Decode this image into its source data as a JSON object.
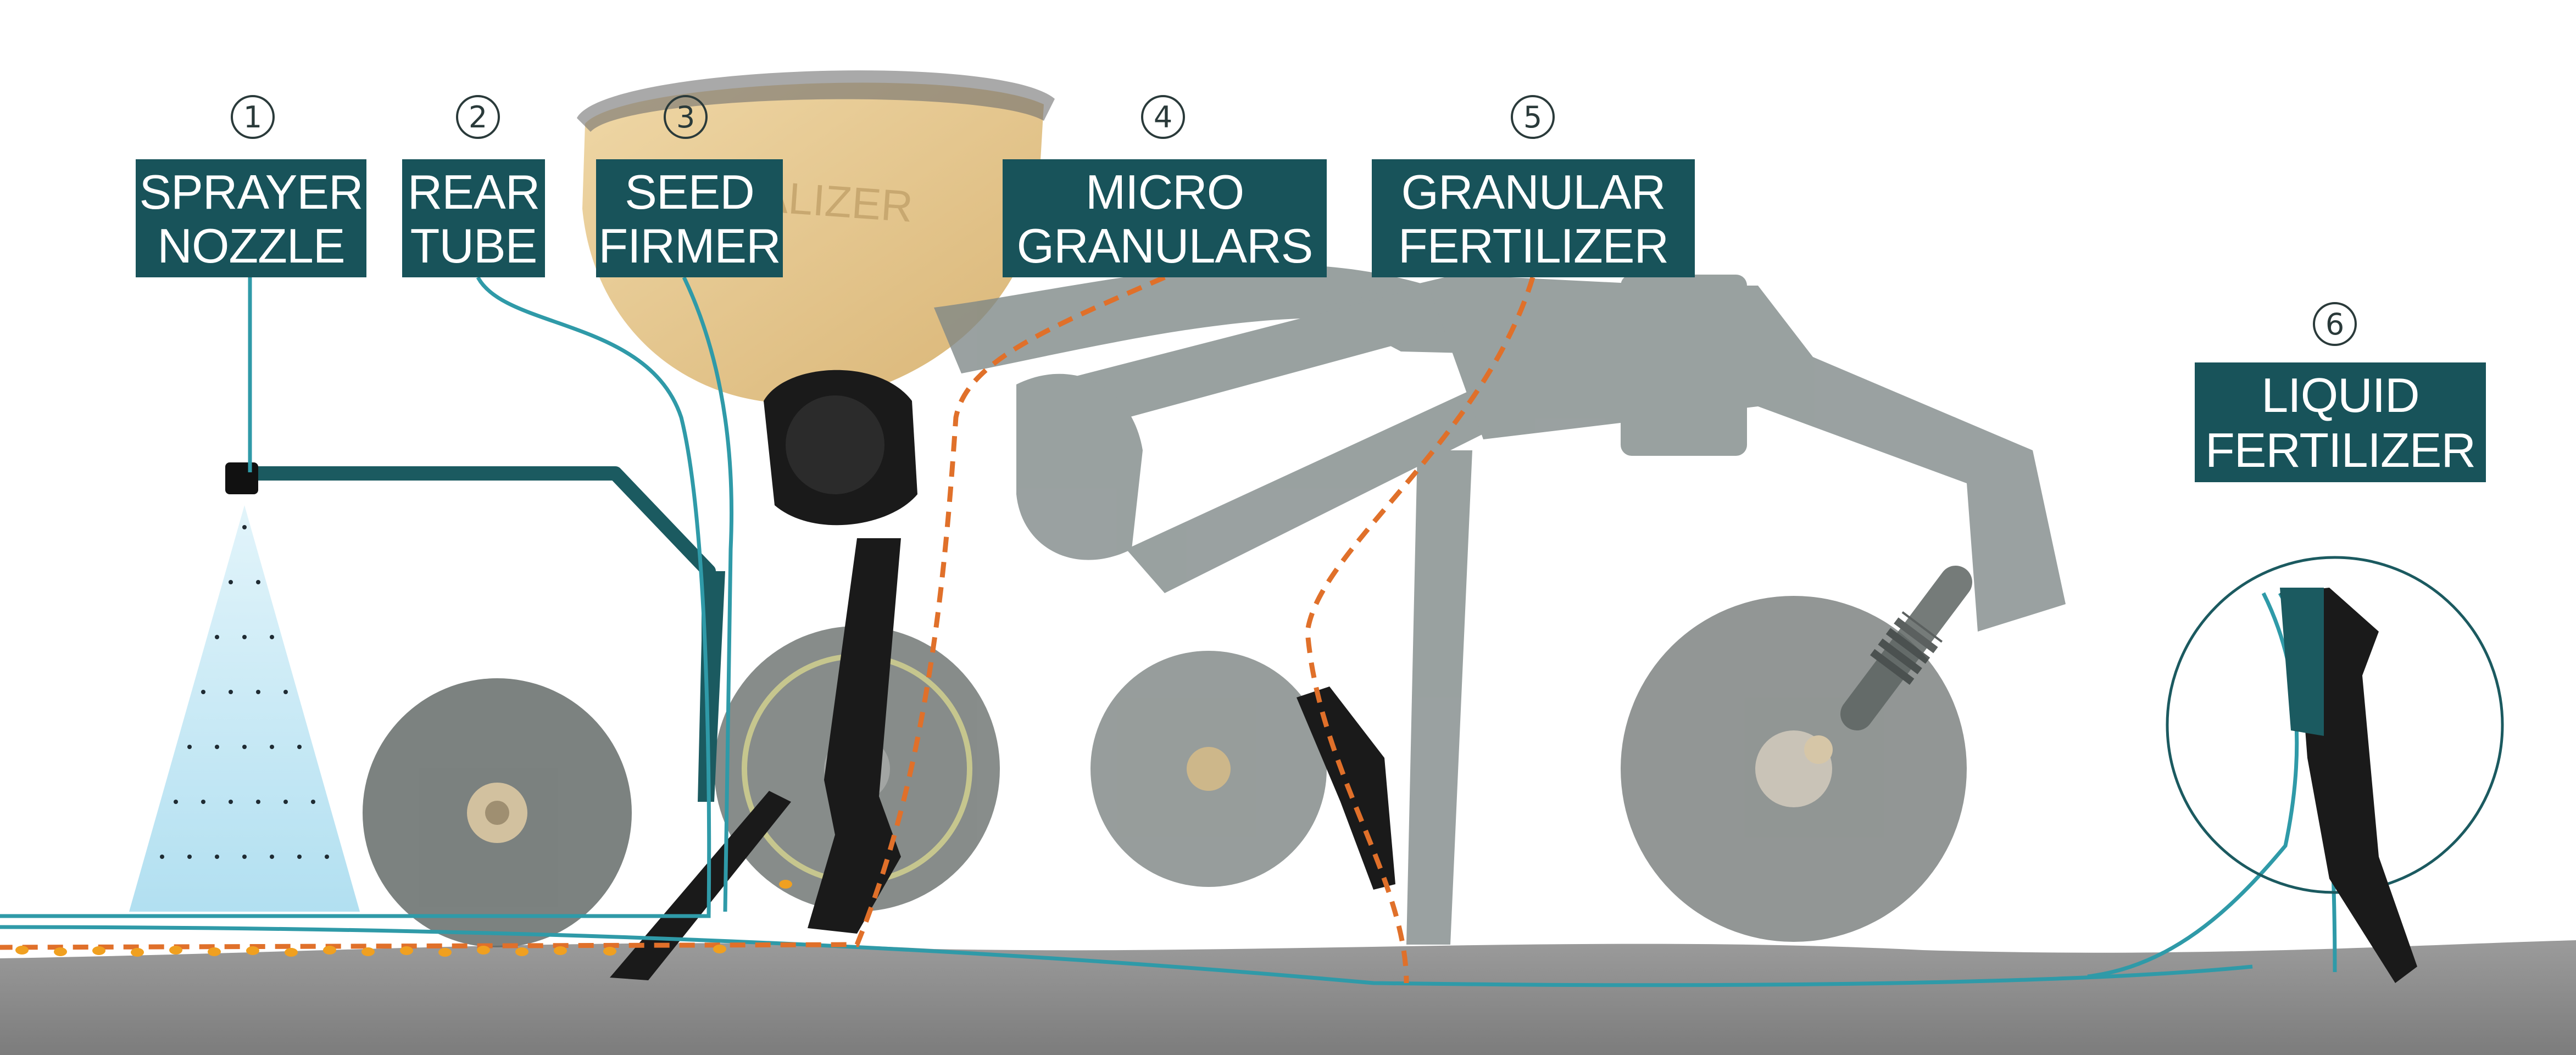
{
  "machine": {
    "hopper_brand": "QUALIZER"
  },
  "callouts": [
    {
      "number": "1",
      "lines": [
        "SPRAYER",
        "NOZZLE"
      ]
    },
    {
      "number": "2",
      "lines": [
        "REAR",
        "TUBE"
      ]
    },
    {
      "number": "3",
      "lines": [
        "SEED",
        "FIRMER"
      ]
    },
    {
      "number": "4",
      "lines": [
        "MICRO",
        "GRANULARS"
      ]
    },
    {
      "number": "5",
      "lines": [
        "GRANULAR",
        "FERTILIZER"
      ]
    },
    {
      "number": "6",
      "lines": [
        "LIQUID",
        "FERTILIZER"
      ]
    }
  ],
  "colors": {
    "label_bg": "#18535a",
    "label_text": "#ffffff",
    "liquid_line": "#2f9aa8",
    "granular_line": "#e0702a",
    "seed": "#f0a020",
    "soil": "#9a9a9a",
    "machine_frame": "#7d8786",
    "hopper": "#e6c890",
    "accent_part": "#1b5a60",
    "spray_mist": "#bfe6f4"
  },
  "icons": [
    "circled-number-icon"
  ]
}
